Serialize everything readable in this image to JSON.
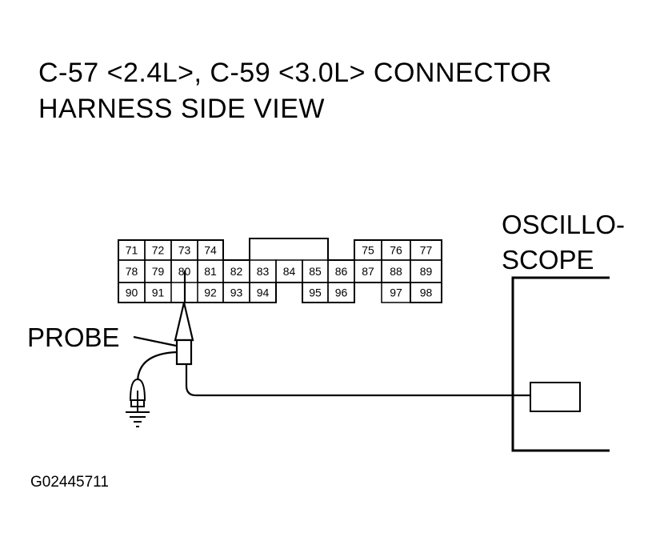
{
  "title": {
    "line1": "C-57 <2.4L>, C-59 <3.0L> CONNECTOR",
    "line2": "HARNESS SIDE VIEW"
  },
  "connector": {
    "rows": [
      [
        "71",
        "72",
        "73",
        "74",
        "",
        "",
        "",
        "",
        "",
        "75",
        "76",
        "77"
      ],
      [
        "78",
        "79",
        "80",
        "81",
        "82",
        "83",
        "84",
        "85",
        "86",
        "87",
        "88",
        "89"
      ],
      [
        "90",
        "91",
        "",
        "92",
        "93",
        "94",
        "",
        "95",
        "96",
        "",
        "97",
        "98"
      ]
    ]
  },
  "labels": {
    "probe": "PROBE",
    "oscilloscope_line1": "OSCILLO-",
    "oscilloscope_line2": "SCOPE"
  },
  "figure_id": "G02445711"
}
